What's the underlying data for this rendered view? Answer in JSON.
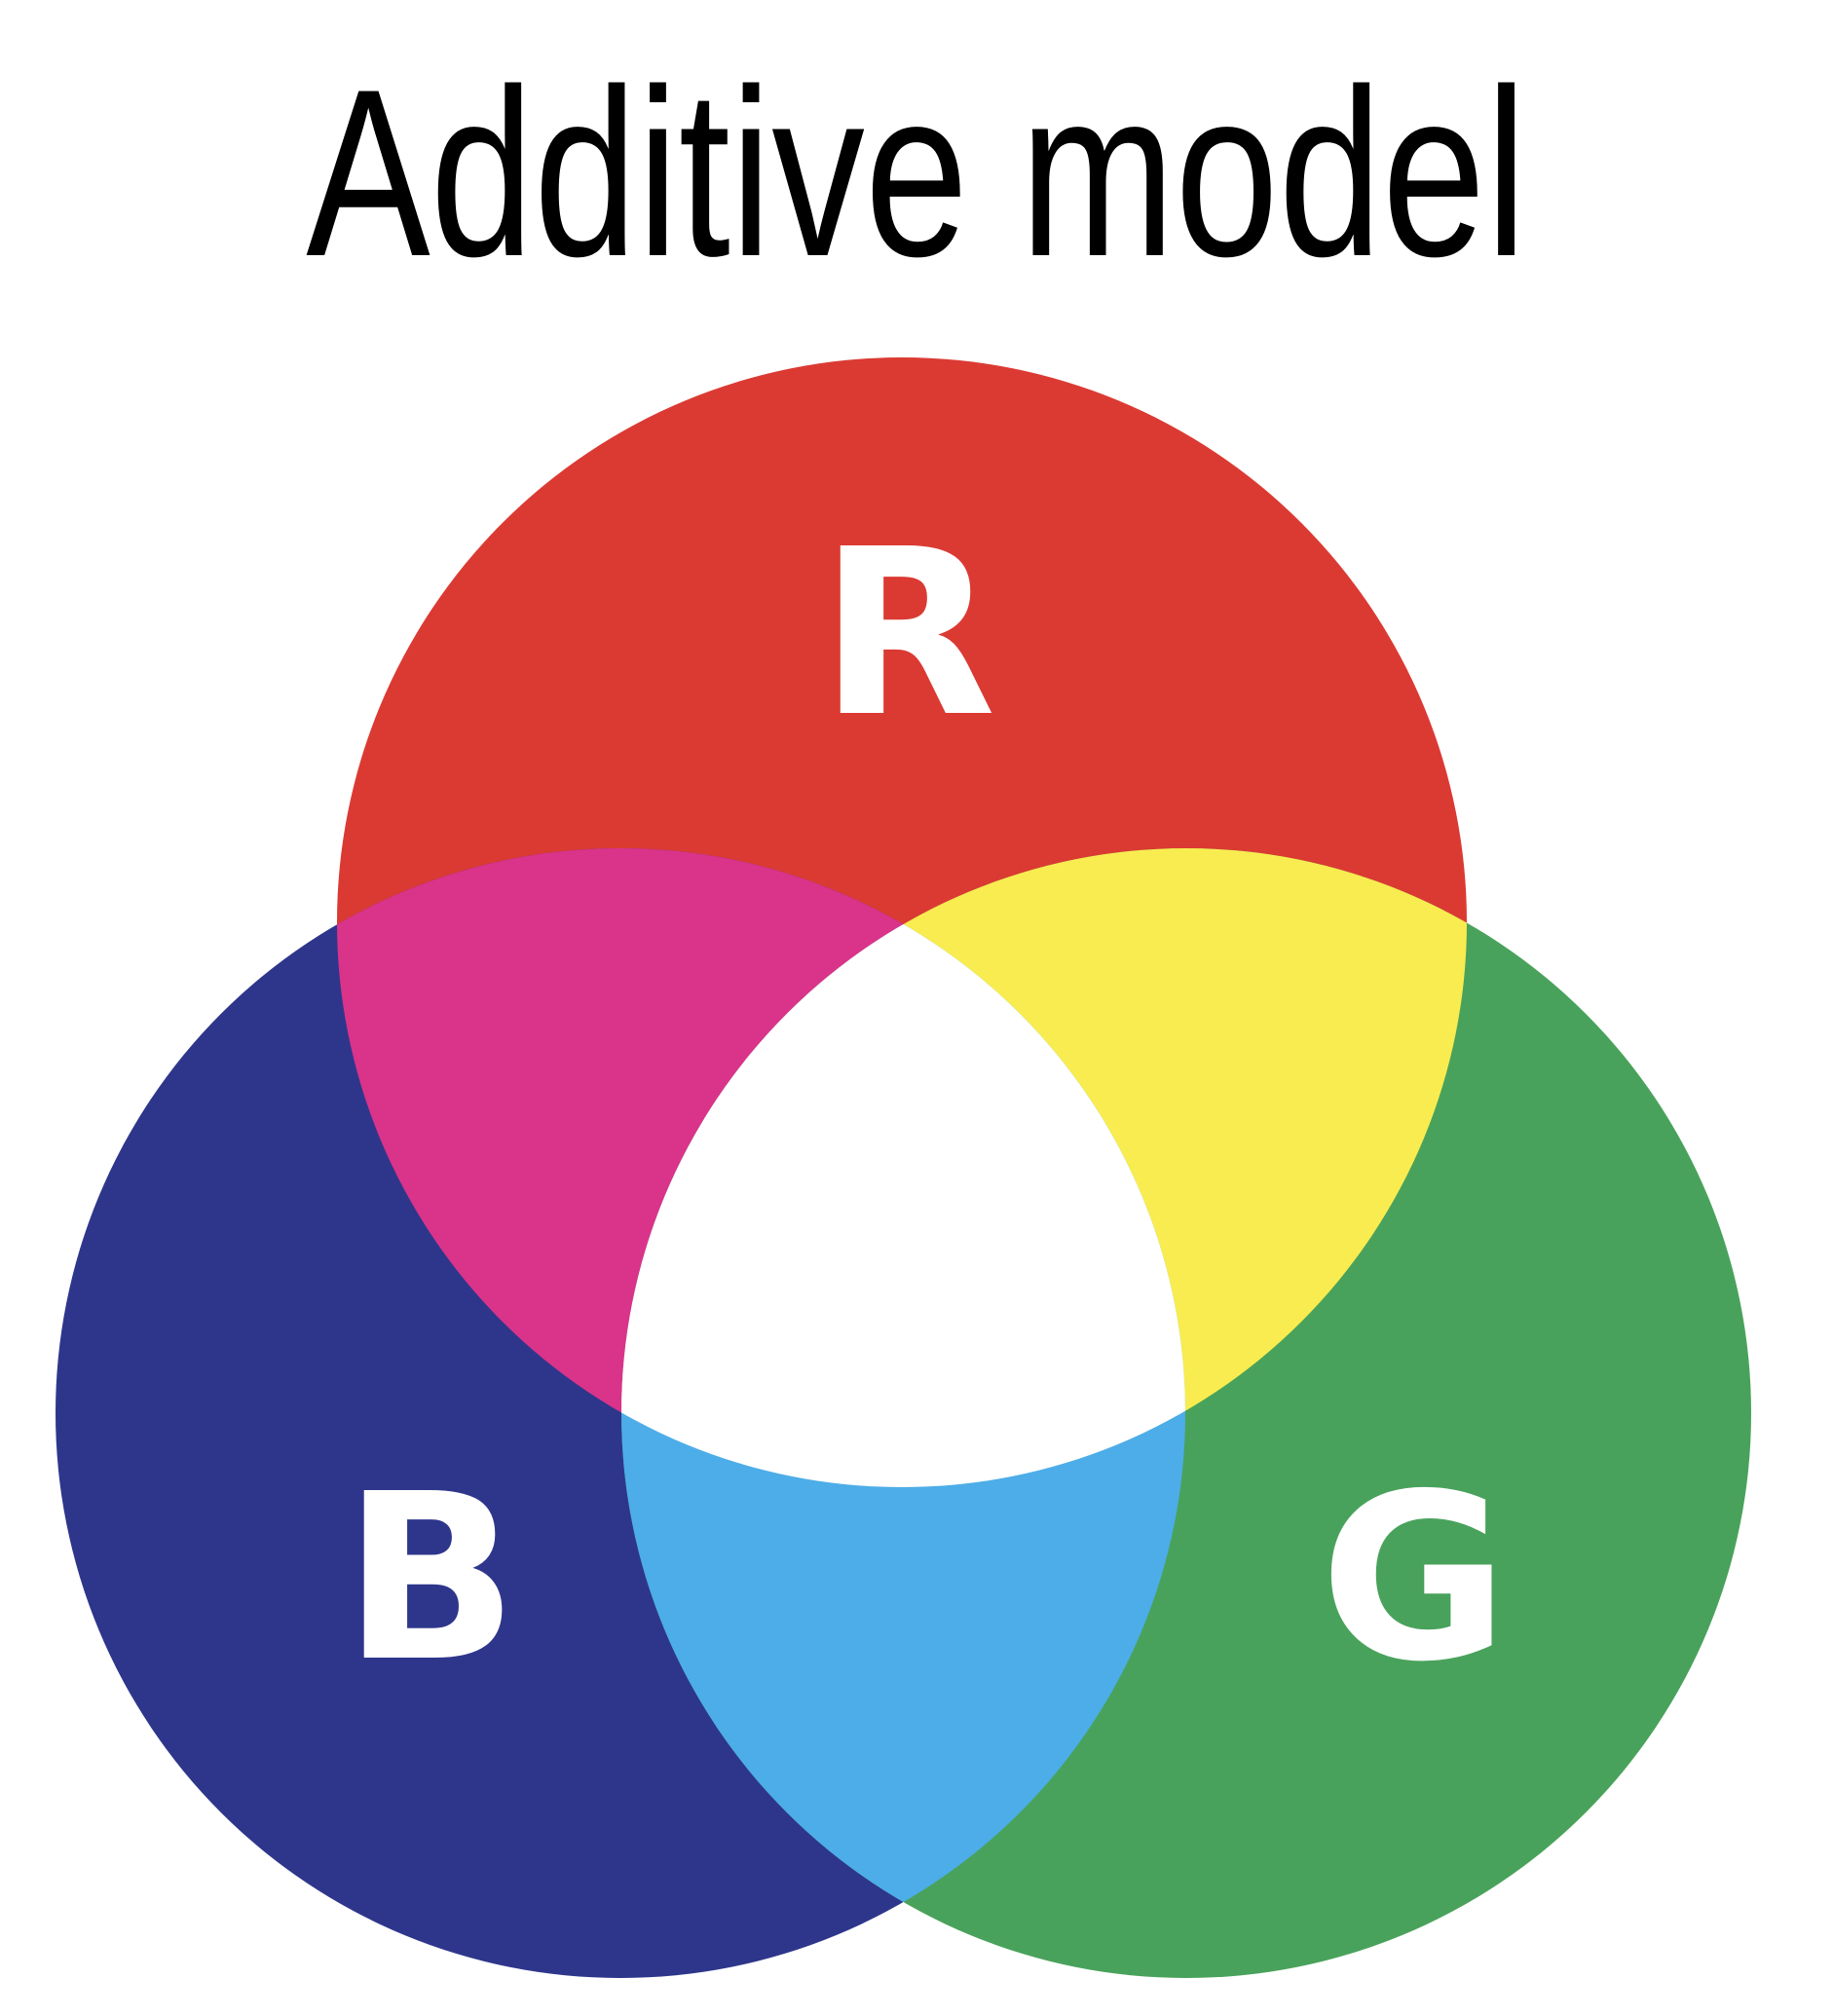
{
  "title": "Additive model",
  "colors": {
    "red": "#DB3A33",
    "green": "#49A25B",
    "blue": "#2E368B",
    "magenta": "#DA338A",
    "yellow": "#F9EC50",
    "cyan": "#4DADE8",
    "white": "#FFFFFF"
  },
  "circles": [
    {
      "id": "red",
      "label": "R"
    },
    {
      "id": "blue",
      "label": "B"
    },
    {
      "id": "green",
      "label": "G"
    }
  ]
}
